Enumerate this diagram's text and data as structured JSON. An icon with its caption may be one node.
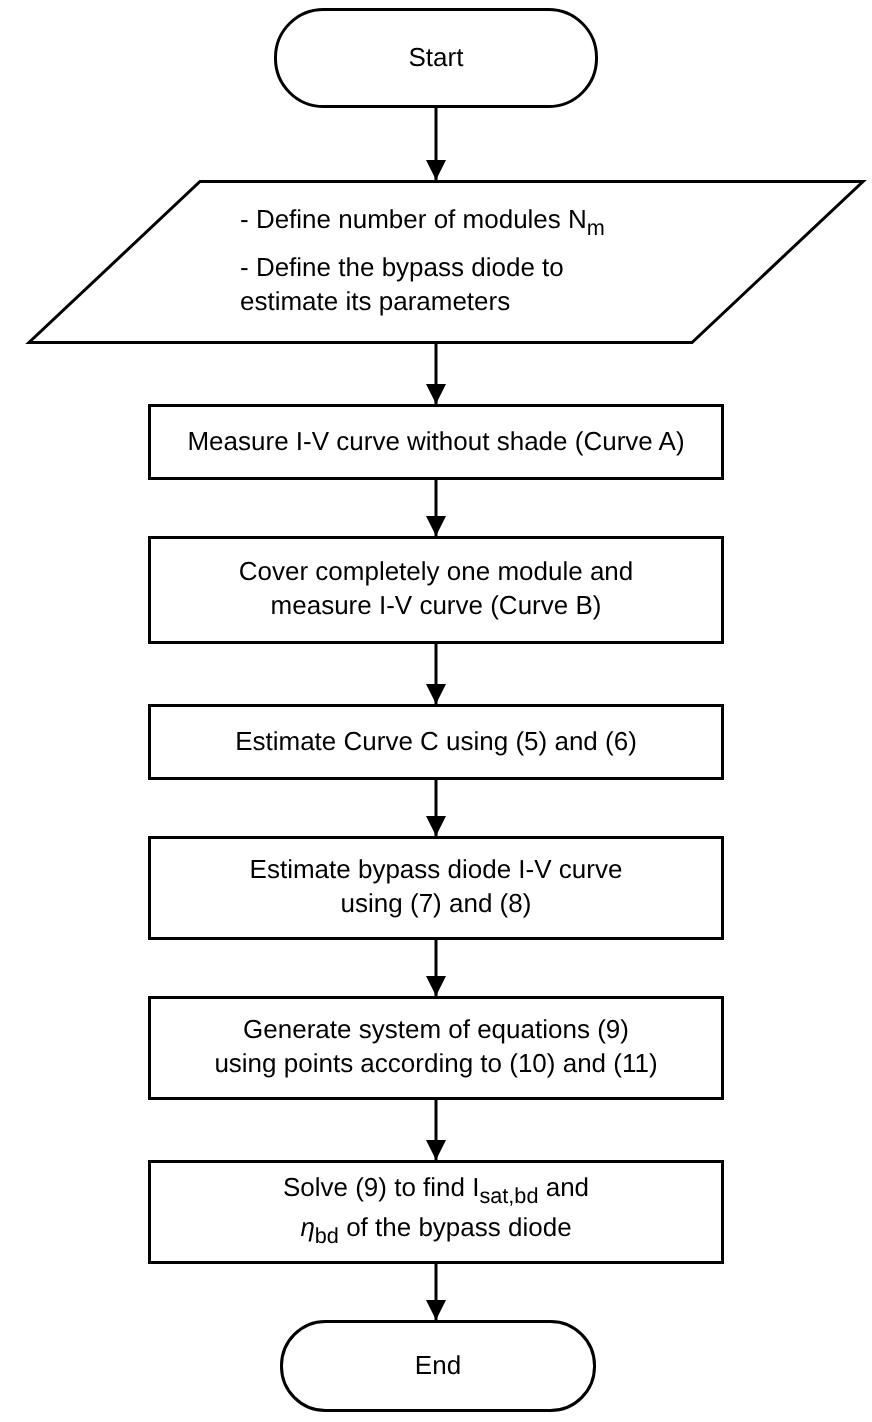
{
  "diagram": {
    "nodes": [
      {
        "text": [
          "Start"
        ]
      },
      {
        "text": [
          "- Define number of modules N$_{m}$",
          "- Define the bypass diode to estimate its parameters"
        ]
      },
      {
        "text": [
          "Measure I-V curve without shade (Curve A)"
        ]
      },
      {
        "text": [
          "Cover completely one module and measure I-V curve (Curve B)"
        ]
      },
      {
        "text": [
          "Estimate Curve C using (5) and (6)"
        ]
      },
      {
        "text": [
          "Estimate bypass diode I-V curve using (7) and (8)"
        ]
      },
      {
        "text": [
          "Generate system of equations (9) using points according to (10) and (11)"
        ]
      },
      {
        "text": [
          "Solve (9) to find I$_{sat,bd}$ and *η*$_{bd}$ of the bypass diode"
        ]
      },
      {
        "text": [
          "End"
        ]
      }
    ],
    "edges": [
      {
        "from": 0,
        "to": 1,
        "arrow": "to"
      },
      {
        "from": 1,
        "to": 2,
        "arrow": "to"
      },
      {
        "from": 2,
        "to": 3,
        "arrow": "to"
      },
      {
        "from": 3,
        "to": 4,
        "arrow": "to"
      },
      {
        "from": 4,
        "to": 5,
        "arrow": "to"
      },
      {
        "from": 5,
        "to": 6,
        "arrow": "to"
      },
      {
        "from": 6,
        "to": 7,
        "arrow": "to"
      },
      {
        "from": 7,
        "to": 8,
        "arrow": "to"
      }
    ]
  }
}
